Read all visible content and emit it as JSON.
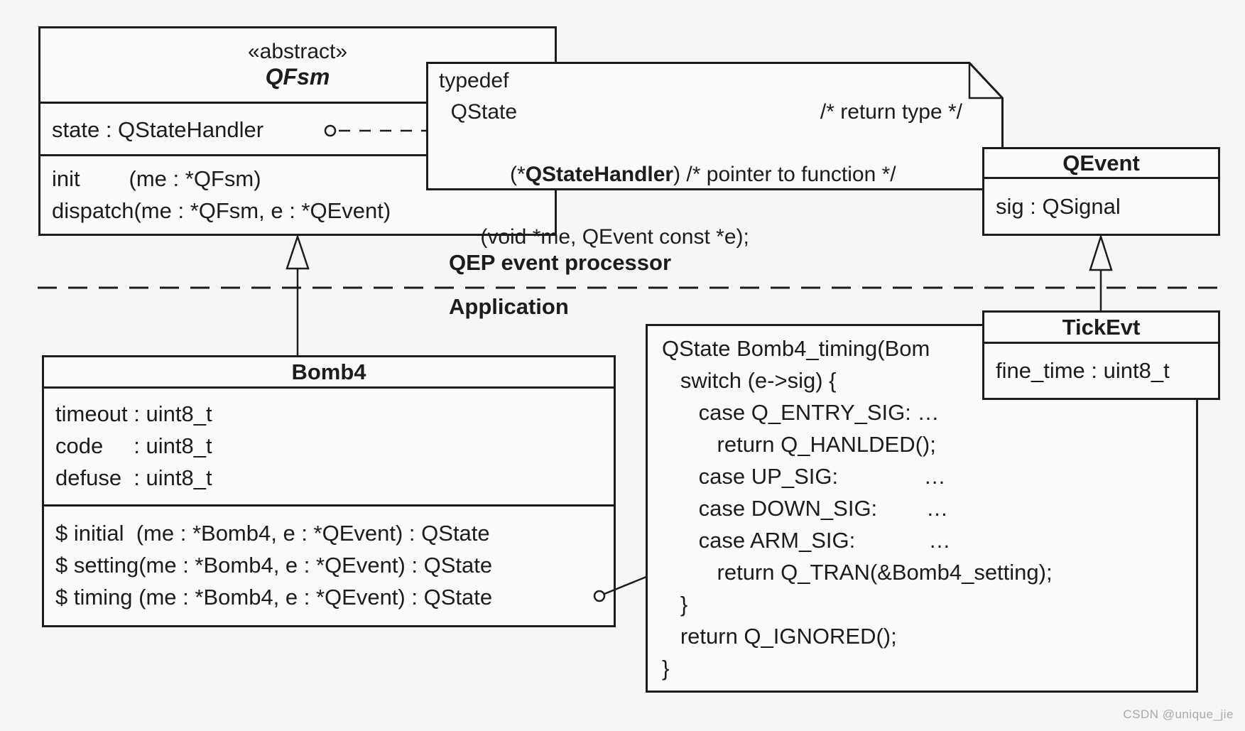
{
  "diagram": {
    "qfsm": {
      "stereotype": "«abstract»",
      "name": "QFsm",
      "attributes": [
        "state : QStateHandler"
      ],
      "operations": [
        "init        (me : *QFsm)",
        "dispatch(me : *QFsm, e : *QEvent)"
      ]
    },
    "typedef_note": {
      "line1": "typedef",
      "line2_left": "  QState",
      "line2_right": "/* return type */",
      "line3_prefix": "    (*",
      "line3_bold": "QStateHandler",
      "line3_suffix": ") /* pointer to function */",
      "line4": "       (void *me, QEvent const *e);"
    },
    "qevent": {
      "name": "QEvent",
      "attributes": [
        "sig : QSignal"
      ]
    },
    "tickevt": {
      "name": "TickEvt",
      "attributes": [
        "fine_time : uint8_t"
      ]
    },
    "bomb4": {
      "name": "Bomb4",
      "attributes": [
        "timeout : uint8_t",
        "code     : uint8_t",
        "defuse  : uint8_t"
      ],
      "operations": [
        "$ initial  (me : *Bomb4, e : *QEvent) : QState",
        "$ setting(me : *Bomb4, e : *QEvent) : QState",
        "$ timing (me : *Bomb4, e : *QEvent) : QState"
      ]
    },
    "code_note": {
      "lines": [
        "QState Bomb4_timing(Bom",
        "   switch (e->sig) {",
        "      case Q_ENTRY_SIG: …",
        "         return Q_HANLDED();",
        "      case UP_SIG:              …",
        "      case DOWN_SIG:        …",
        "      case ARM_SIG:            …",
        "         return Q_TRAN(&Bomb4_setting);",
        "   }",
        "   return Q_IGNORED();",
        "}"
      ]
    },
    "labels": {
      "above_separator": "QEP event processor",
      "below_separator": "Application"
    },
    "watermark": "CSDN @unique_jie",
    "colors": {
      "background": "#f6f6f6",
      "line": "#1c1c1c",
      "box_fill": "#fafafa",
      "watermark": "#a9a9ab"
    }
  }
}
